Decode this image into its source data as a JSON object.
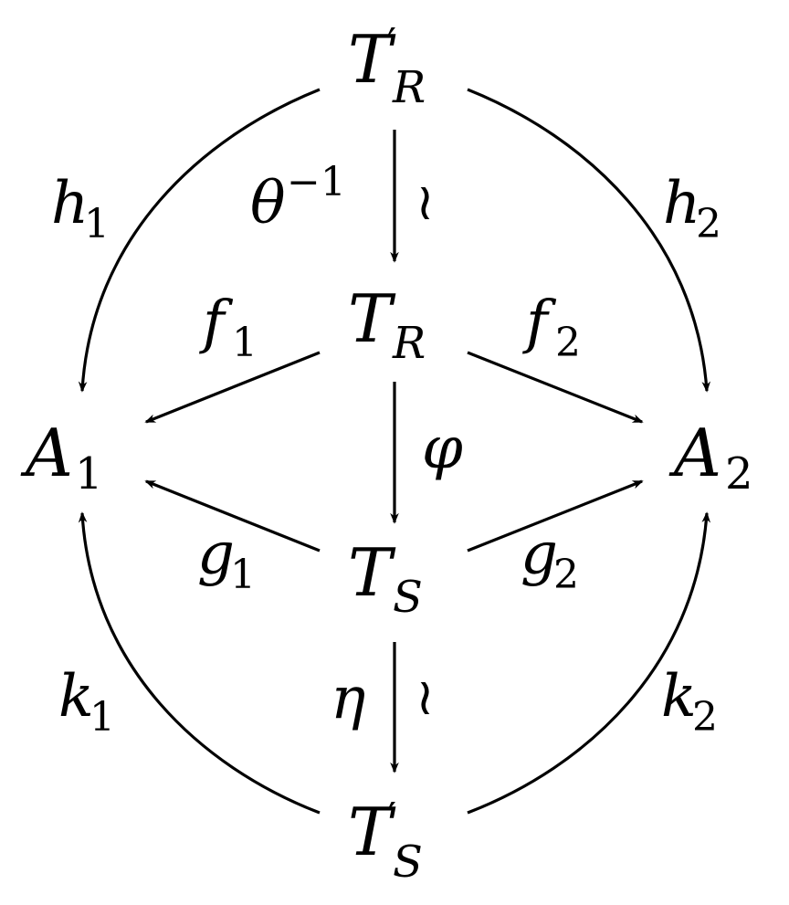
{
  "nodes": {
    "t_r_prime": {
      "base": "T",
      "prime": "′",
      "sub": "R"
    },
    "t_r": {
      "base": "T",
      "sub": "R"
    },
    "t_s": {
      "base": "T",
      "sub": "S"
    },
    "t_s_prime": {
      "base": "T",
      "prime": "′",
      "sub": "S"
    },
    "a1": {
      "base": "A",
      "sub": "1"
    },
    "a2": {
      "base": "A",
      "sub": "2"
    }
  },
  "arrows": {
    "theta_inv": {
      "base": "θ",
      "sup": "−1",
      "iso": "≀"
    },
    "eta": {
      "base": "η",
      "iso": "≀"
    },
    "phi": {
      "base": "φ"
    },
    "f1": {
      "base": "f",
      "sub": "1"
    },
    "f2": {
      "base": "f",
      "sub": "2"
    },
    "g1": {
      "base": "g",
      "sub": "1"
    },
    "g2": {
      "base": "g",
      "sub": "2"
    },
    "h1": {
      "base": "h",
      "sub": "1"
    },
    "h2": {
      "base": "h",
      "sub": "2"
    },
    "k1": {
      "base": "k",
      "sub": "1"
    },
    "k2": {
      "base": "k",
      "sub": "2"
    }
  }
}
